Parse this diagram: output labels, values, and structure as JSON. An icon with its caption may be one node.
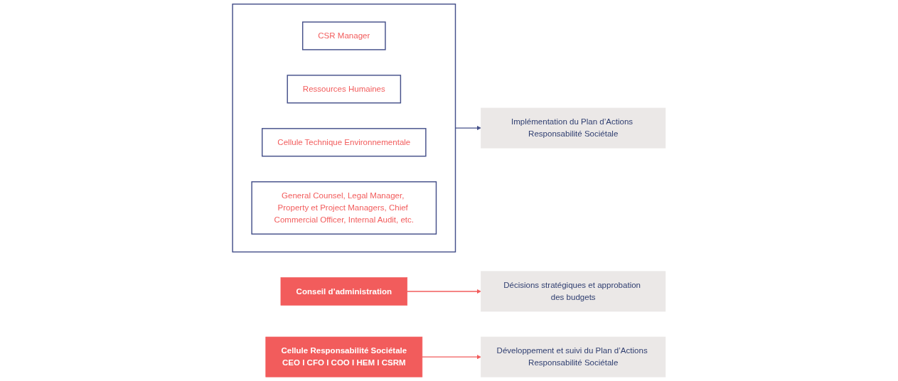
{
  "diagram": {
    "nodes": [
      {
        "text": [
          "Conseil d’administration"
        ]
      },
      {
        "text": [
          "Décisions stratégiques et approbation des budgets"
        ]
      },
      {
        "text": [
          "Cellule Responsabilité Sociétale",
          "CEO I CFO I COO I HEM I CSRM"
        ]
      },
      {
        "text": [
          "Développement et suivi du Plan d’Actions Responsabilité Sociétale"
        ]
      },
      {
        "text": [],
        "shape": "box"
      },
      {
        "text": [
          "CSR Manager"
        ],
        "in": 4
      },
      {
        "text": [
          "Ressources Humaines"
        ],
        "in": 4
      },
      {
        "text": [
          "Cellule Technique Environnementale"
        ],
        "in": 4
      },
      {
        "text": [
          "General Counsel, Legal Manager, Property et Project Managers, Chief Commercial Officer, Internal Audit, etc."
        ],
        "in": 4
      },
      {
        "text": [
          "Implémentation du Plan d’Actions Responsabilité Sociétale"
        ]
      }
    ],
    "edges": [
      {
        "from": 0,
        "to": 1,
        "arrow": "to"
      },
      {
        "from": 2,
        "to": 3,
        "arrow": "to"
      },
      {
        "from": 4,
        "to": 9,
        "arrow": "to",
        "color": "#45508a"
      }
    ]
  }
}
